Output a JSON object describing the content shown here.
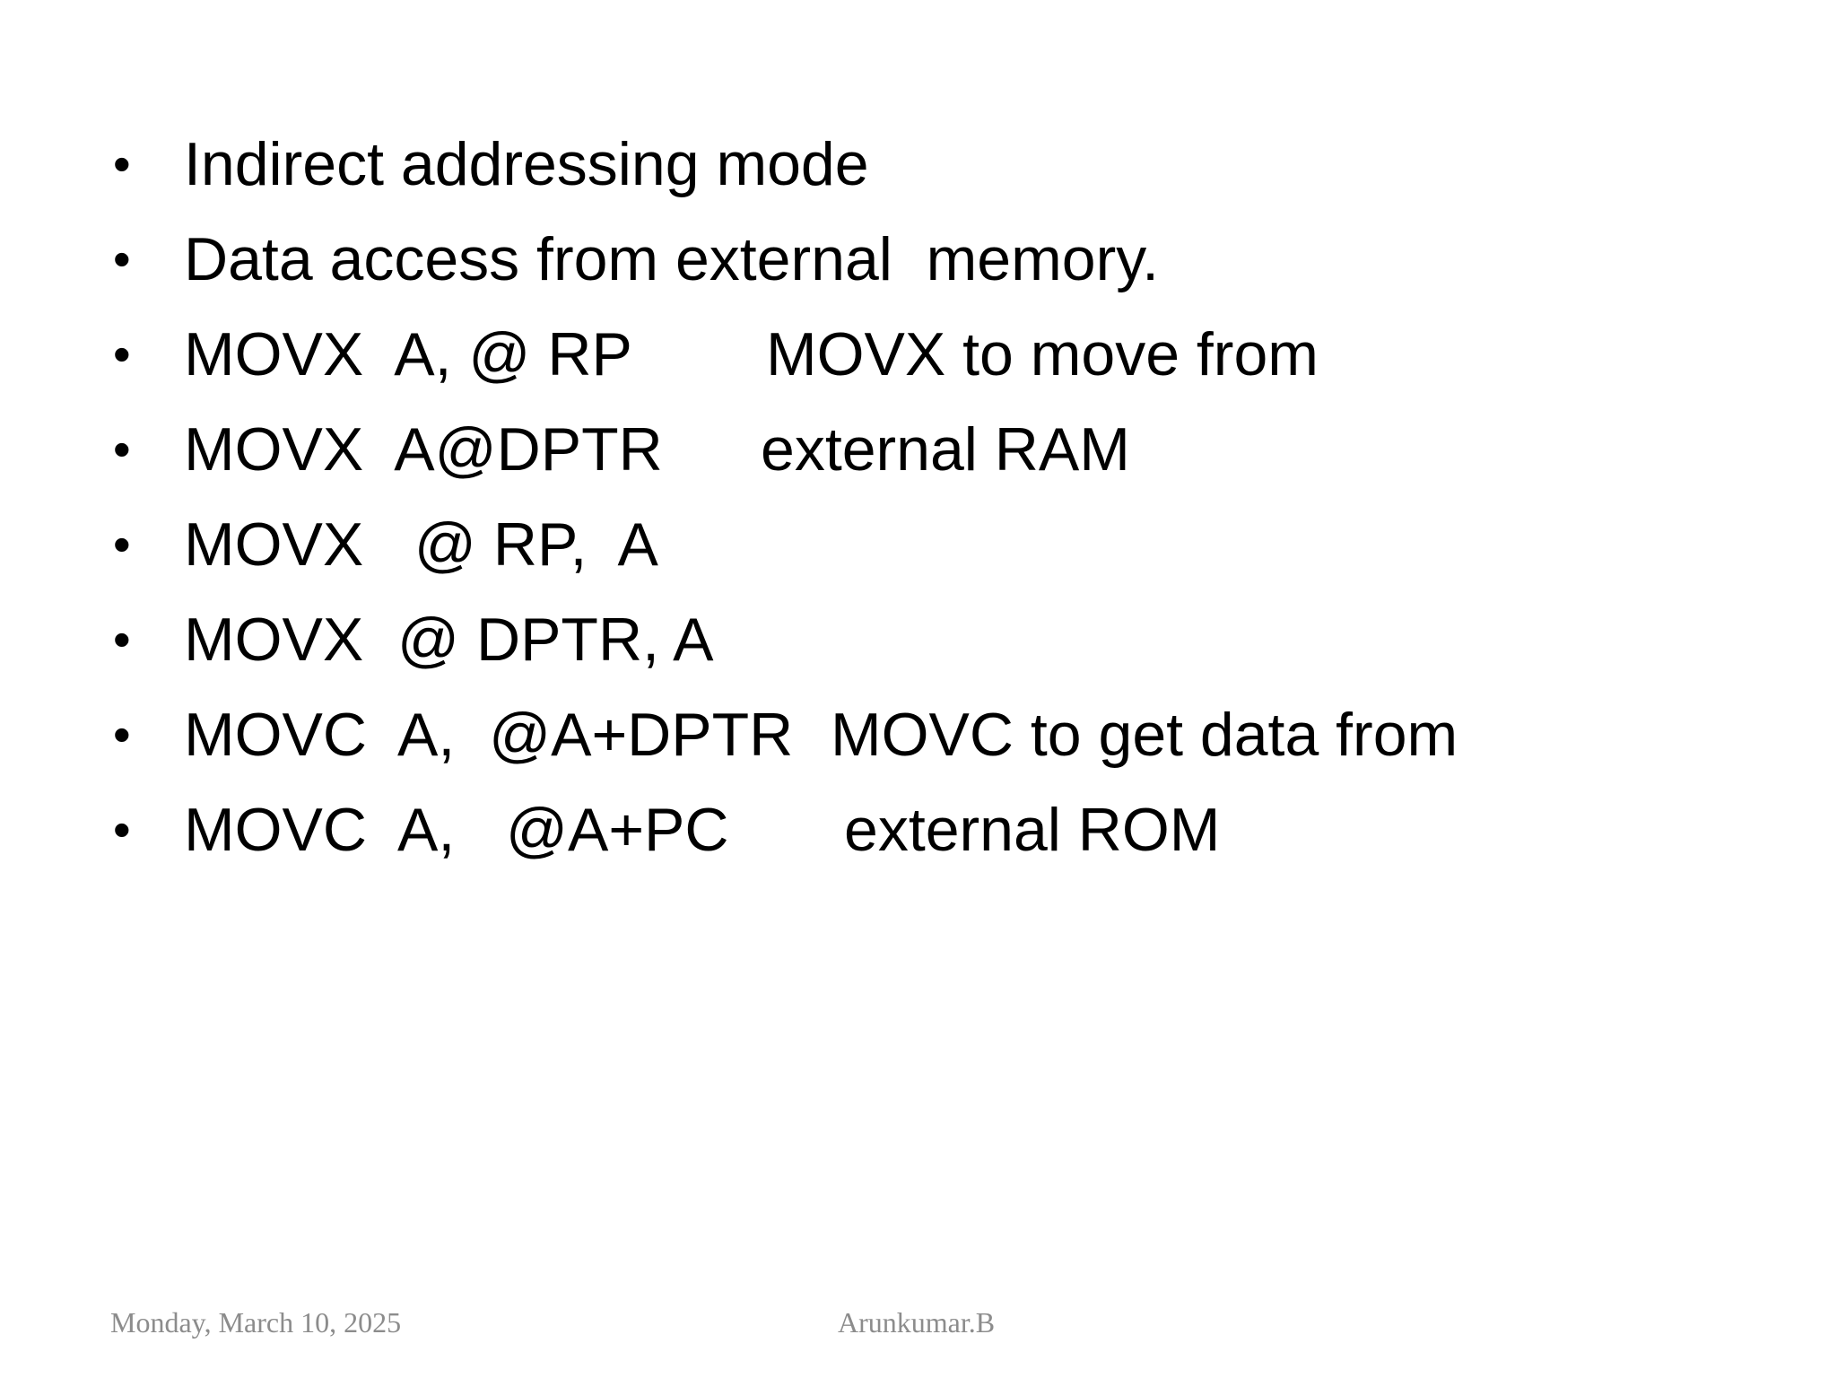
{
  "slide": {
    "bullets": [
      {
        "text": "Indirect addressing mode",
        "note": ""
      },
      {
        "text": "Data access from external  memory.",
        "note": ""
      },
      {
        "text": "MOVX  A, @ RP",
        "note": "MOVX to move from"
      },
      {
        "text": "MOVX  A@DPTR",
        "note": "external RAM"
      },
      {
        "text": "MOVX   @ RP,  A",
        "note": ""
      },
      {
        "text": "MOVX  @ DPTR, A",
        "note": ""
      },
      {
        "text": "MOVC  A,  @A+DPTR",
        "note": "MOVC to get data from"
      },
      {
        "text": "MOVC  A,   @A+PC",
        "note": "external ROM"
      }
    ],
    "bullet_symbol": "•"
  },
  "footer": {
    "date": "Monday, March 10, 2025",
    "author": "Arunkumar.B"
  }
}
